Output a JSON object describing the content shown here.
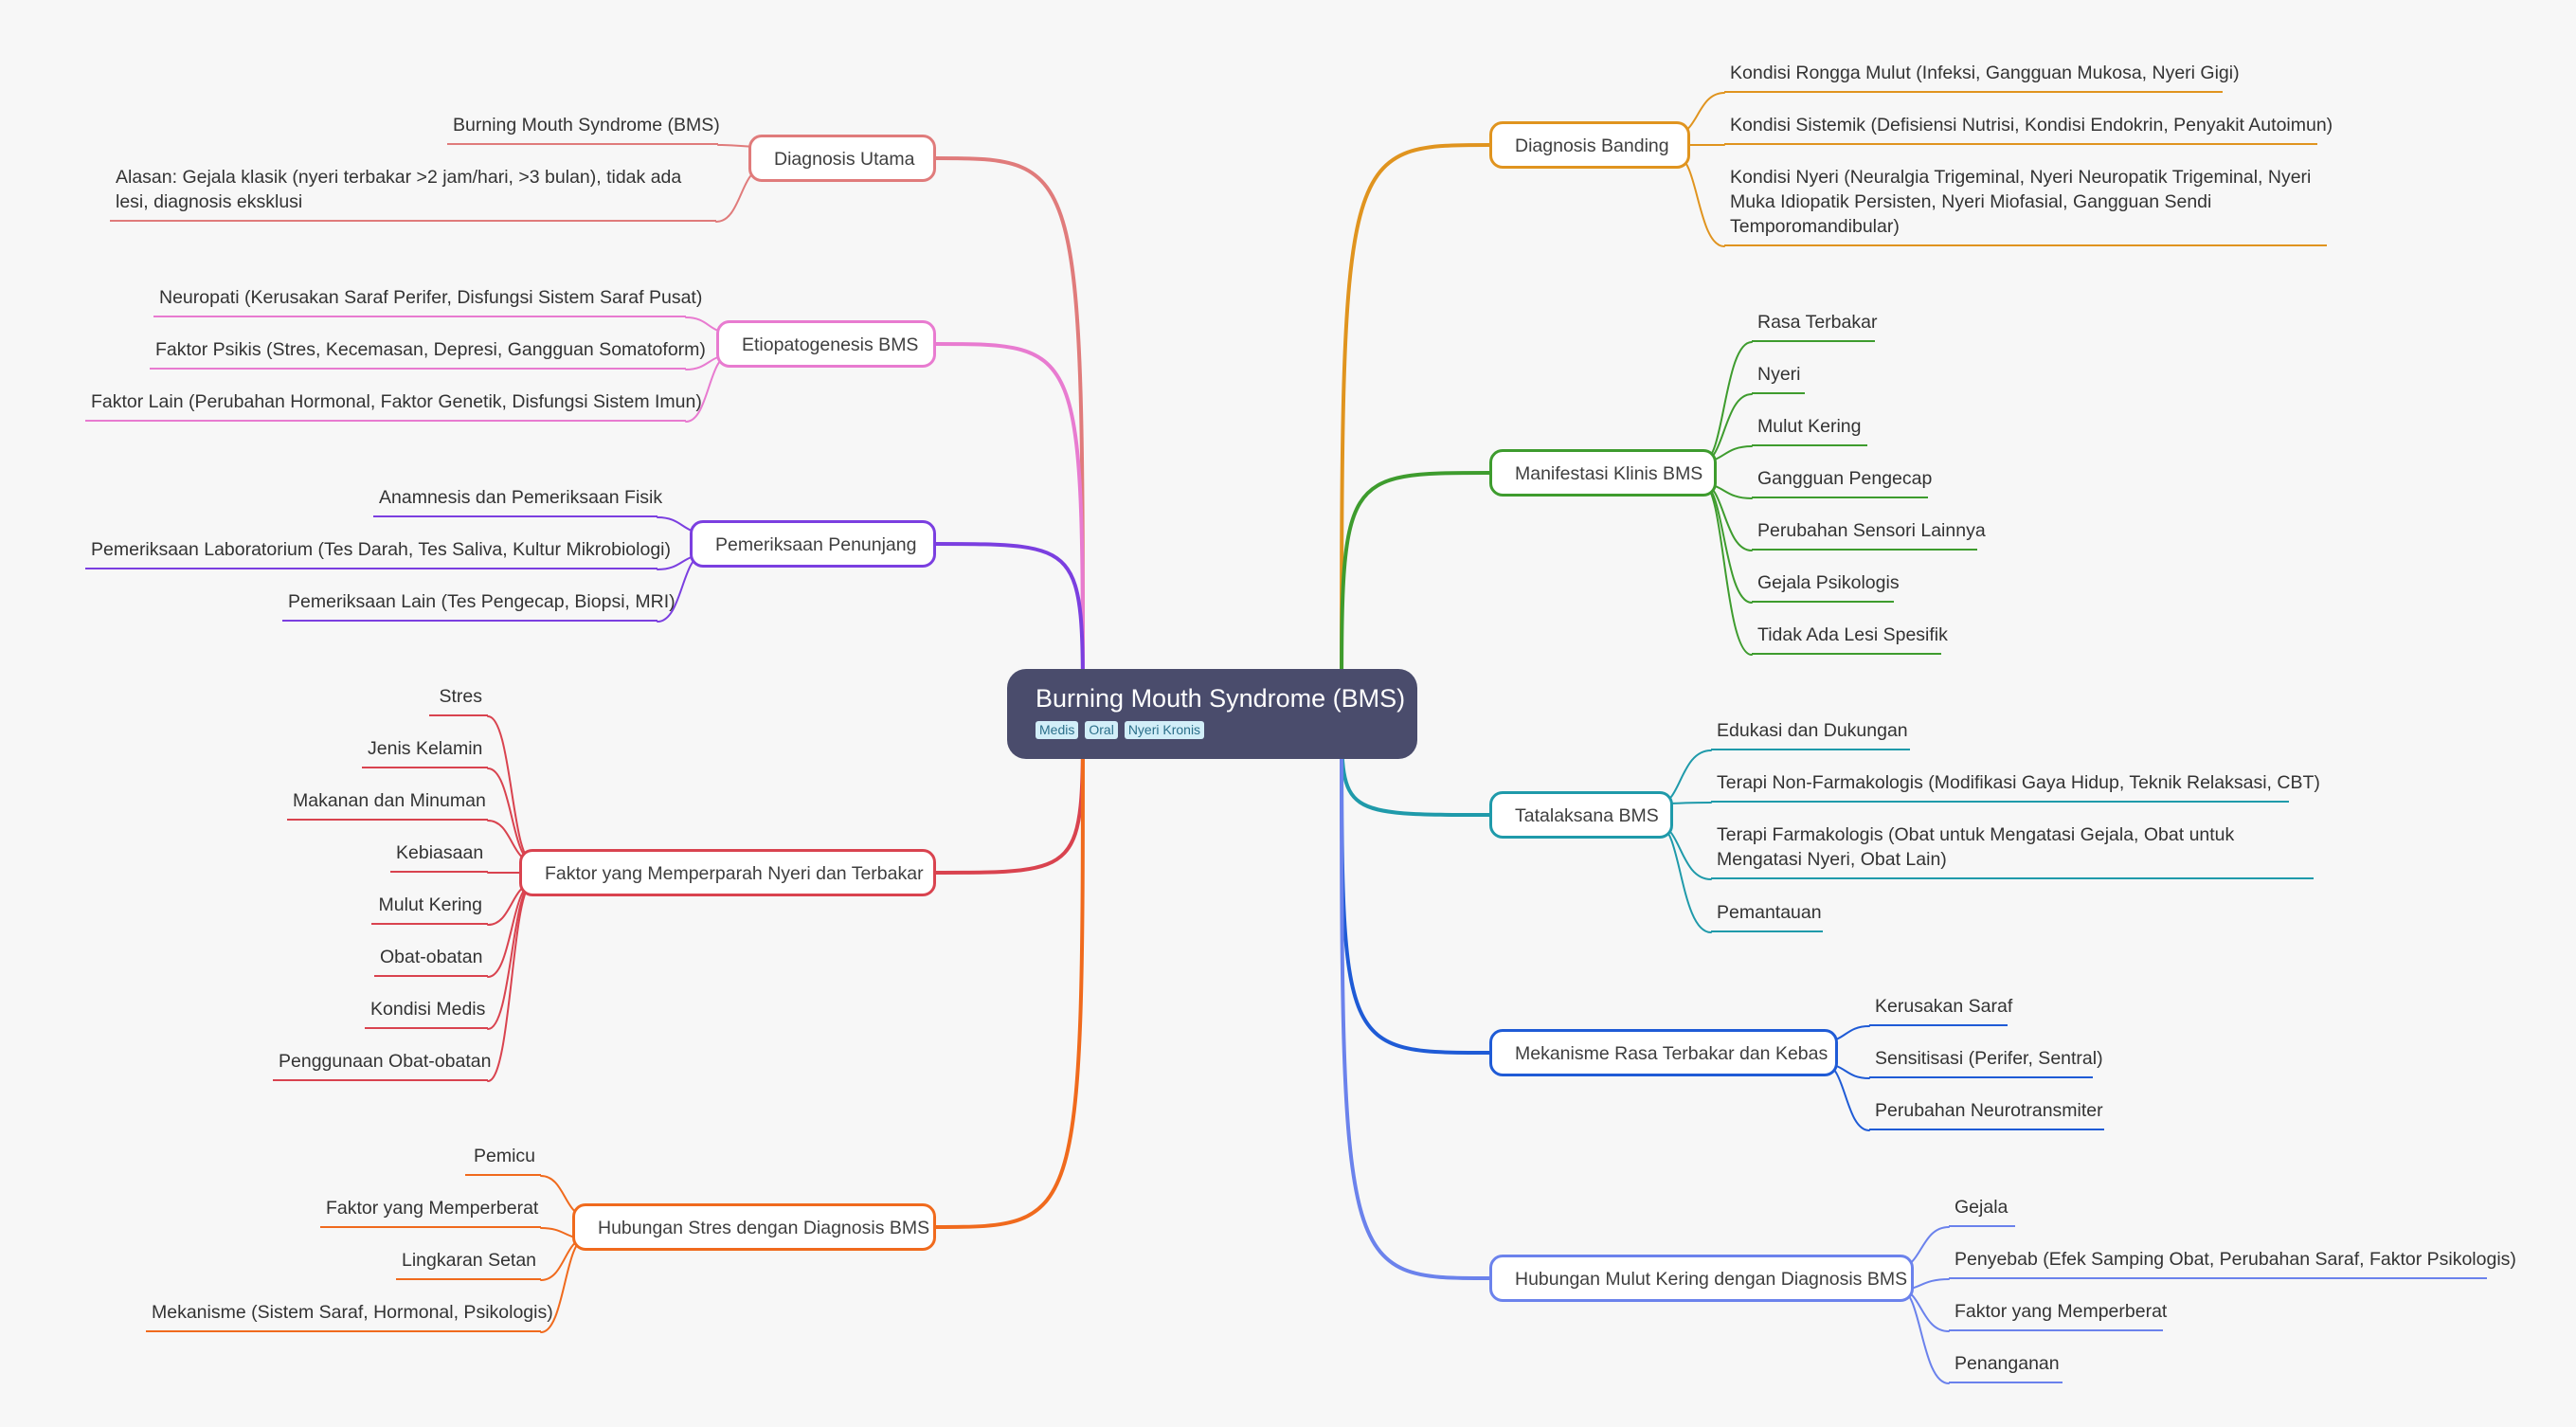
{
  "root": {
    "title": "Burning Mouth Syndrome (BMS)",
    "tags": [
      "Medis",
      "Oral",
      "Nyeri Kronis"
    ]
  },
  "branches": [
    {
      "label": "Diagnosis Utama",
      "side": "left",
      "color": "#e07b7b",
      "children": [
        "Burning Mouth Syndrome (BMS)",
        "Alasan: Gejala klasik (nyeri terbakar >2 jam/hari, >3 bulan), tidak ada lesi, diagnosis eksklusi"
      ]
    },
    {
      "label": "Etiopatogenesis BMS",
      "side": "left",
      "color": "#e87bd0",
      "children": [
        "Neuropati (Kerusakan Saraf Perifer, Disfungsi Sistem Saraf Pusat)",
        "Faktor Psikis (Stres, Kecemasan, Depresi, Gangguan Somatoform)",
        "Faktor Lain (Perubahan Hormonal, Faktor Genetik, Disfungsi Sistem Imun)"
      ]
    },
    {
      "label": "Pemeriksaan Penunjang",
      "side": "left",
      "color": "#7b3fe0",
      "children": [
        "Anamnesis dan Pemeriksaan Fisik",
        "Pemeriksaan Laboratorium (Tes Darah, Tes Saliva, Kultur Mikrobiologi)",
        "Pemeriksaan Lain (Tes Pengecap, Biopsi, MRI)"
      ]
    },
    {
      "label": "Faktor yang Memperparah Nyeri dan Terbakar",
      "side": "left",
      "color": "#d9434f",
      "children": [
        "Stres",
        "Jenis Kelamin",
        "Makanan dan Minuman",
        "Kebiasaan",
        "Mulut Kering",
        "Obat-obatan",
        "Kondisi Medis",
        "Penggunaan Obat-obatan"
      ]
    },
    {
      "label": "Hubungan Stres dengan Diagnosis BMS",
      "side": "left",
      "color": "#f06a1d",
      "children": [
        "Pemicu",
        "Faktor yang Memperberat",
        "Lingkaran Setan",
        "Mekanisme (Sistem Saraf, Hormonal, Psikologis)"
      ]
    },
    {
      "label": "Diagnosis Banding",
      "side": "right",
      "color": "#e0941f",
      "children": [
        "Kondisi Rongga Mulut (Infeksi, Gangguan Mukosa, Nyeri Gigi)",
        "Kondisi Sistemik (Defisiensi Nutrisi, Kondisi Endokrin, Penyakit Autoimun)",
        "Kondisi Nyeri (Neuralgia Trigeminal, Nyeri Neuropatik Trigeminal, Nyeri Muka Idiopatik Persisten, Nyeri Miofasial, Gangguan Sendi Temporomandibular)"
      ]
    },
    {
      "label": "Manifestasi Klinis BMS",
      "side": "right",
      "color": "#3e9c2e",
      "children": [
        "Rasa Terbakar",
        "Nyeri",
        "Mulut Kering",
        "Gangguan Pengecap",
        "Perubahan Sensori Lainnya",
        "Gejala Psikologis",
        "Tidak Ada Lesi Spesifik"
      ]
    },
    {
      "label": "Tatalaksana BMS",
      "side": "right",
      "color": "#1f9aaa",
      "children": [
        "Edukasi dan Dukungan",
        "Terapi Non-Farmakologis (Modifikasi Gaya Hidup, Teknik Relaksasi, CBT)",
        "Terapi Farmakologis (Obat untuk Mengatasi Gejala, Obat untuk Mengatasi Nyeri, Obat Lain)",
        "Pemantauan"
      ]
    },
    {
      "label": "Mekanisme Rasa Terbakar dan Kebas",
      "side": "right",
      "color": "#1f5bd6",
      "children": [
        "Kerusakan Saraf",
        "Sensitisasi (Perifer, Sentral)",
        "Perubahan Neurotransmiter"
      ]
    },
    {
      "label": "Hubungan Mulut Kering dengan Diagnosis BMS",
      "side": "right",
      "color": "#6b82ec",
      "children": [
        "Gejala",
        "Penyebab (Efek Samping Obat, Perubahan Saraf, Faktor Psikologis)",
        "Faktor yang Memperberat",
        "Penanganan"
      ]
    }
  ]
}
